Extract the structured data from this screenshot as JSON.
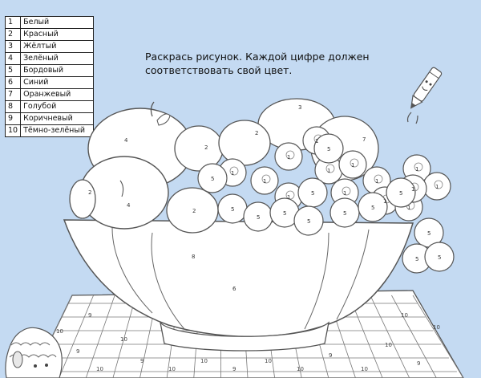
{
  "legend": {
    "items": [
      {
        "number": "1",
        "name": "Белый"
      },
      {
        "number": "2",
        "name": "Красный"
      },
      {
        "number": "3",
        "name": "Жёлтый"
      },
      {
        "number": "4",
        "name": "Зелёный"
      },
      {
        "number": "5",
        "name": "Бордовый"
      },
      {
        "number": "6",
        "name": "Синий"
      },
      {
        "number": "7",
        "name": "Оранжевый"
      },
      {
        "number": "8",
        "name": "Голубой"
      },
      {
        "number": "9",
        "name": "Коричневый"
      },
      {
        "number": "10",
        "name": "Тёмно-зелёный"
      }
    ]
  },
  "instruction": {
    "line1": "Раскрась рисунок. Каждой цифре должен",
    "line2": "соответствовать свой цвет."
  },
  "colors": {
    "background": "#c4daf2",
    "lineart": "#555555",
    "paper": "#ffffff"
  },
  "region_labels": {
    "apple": "4",
    "melon": "3",
    "orange": "7",
    "strawberry": "2",
    "grape_white": "1",
    "grape_dark": "5",
    "bowl_rim": "8",
    "bowl_body": "6",
    "tablecloth": "10",
    "tablecloth_stripe": "9"
  }
}
